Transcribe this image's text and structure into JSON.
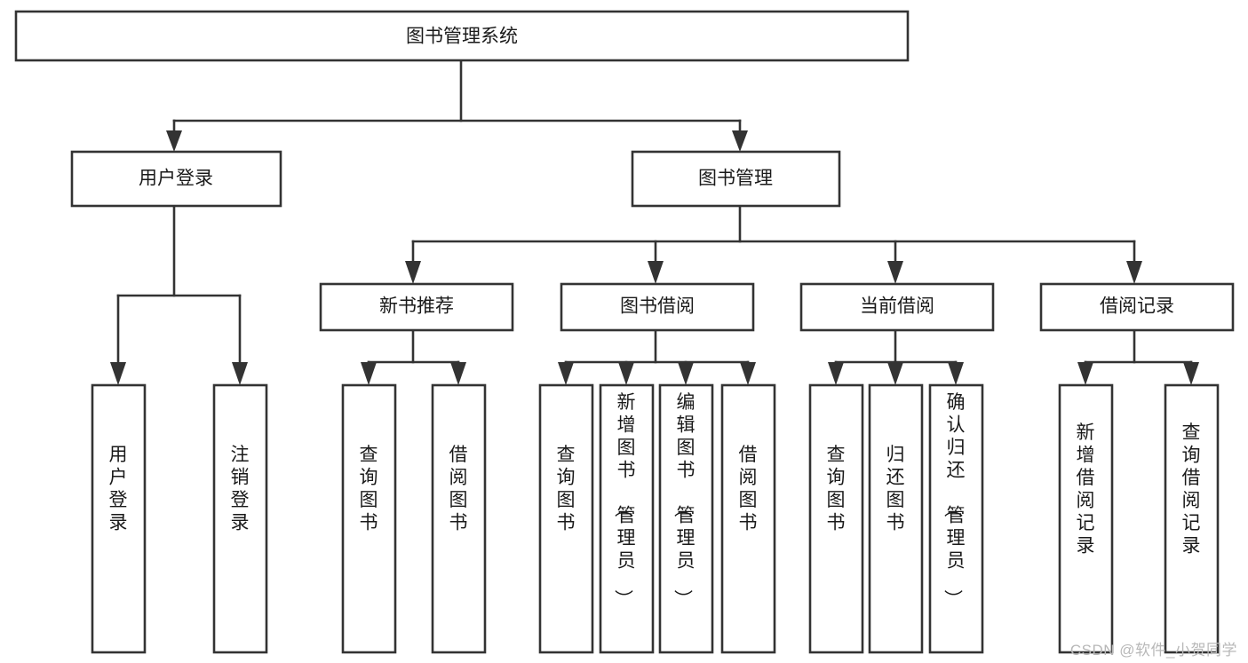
{
  "diagram": {
    "type": "tree",
    "title": "图书管理系统",
    "watermark": "CSDN @软件_小贺同学",
    "orientation": "top-down",
    "colors": {
      "stroke": "#333333",
      "fill": "#ffffff",
      "text": "#1a1a1a",
      "watermark": "#b8b8b8"
    },
    "root": {
      "label": "图书管理系统",
      "level": 1
    },
    "level2": [
      {
        "label": "用户登录"
      },
      {
        "label": "图书管理"
      }
    ],
    "level3": [
      {
        "label": "新书推荐",
        "parent": "图书管理"
      },
      {
        "label": "图书借阅",
        "parent": "图书管理"
      },
      {
        "label": "当前借阅",
        "parent": "图书管理"
      },
      {
        "label": "借阅记录",
        "parent": "图书管理"
      }
    ],
    "leaves_user_login": [
      {
        "label": "用户登录"
      },
      {
        "label": "注销登录"
      }
    ],
    "leaves_new_book": [
      {
        "label": "查询图书"
      },
      {
        "label": "借阅图书"
      }
    ],
    "leaves_borrow": [
      {
        "label": "查询图书"
      },
      {
        "label": "新增图书（管理员）"
      },
      {
        "label": "编辑图书（管理员）"
      },
      {
        "label": "借阅图书"
      }
    ],
    "leaves_current": [
      {
        "label": "查询图书"
      },
      {
        "label": "归还图书"
      },
      {
        "label": "确认归还（管理员）"
      }
    ],
    "leaves_records": [
      {
        "label": "新增借阅记录"
      },
      {
        "label": "查询借阅记录"
      }
    ]
  }
}
